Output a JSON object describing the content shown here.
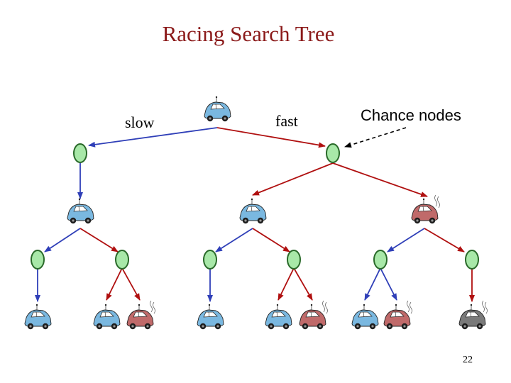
{
  "slide": {
    "title": "Racing Search Tree",
    "page_number": "22"
  },
  "labels": {
    "slow": "slow",
    "fast": "fast",
    "chance_nodes": "Chance nodes"
  },
  "colors": {
    "title": "#8b1a1a",
    "slow_edge": "#2f3fb8",
    "fast_edge": "#b01010",
    "chance_fill": "#a8e8a8",
    "chance_stroke": "#2a6a2a",
    "cool_car": "#7ab8e0",
    "warm_car": "#c06a6a",
    "overheated_car": "#7a7a7a"
  },
  "car_states": [
    "cool",
    "warm",
    "overheated"
  ]
}
